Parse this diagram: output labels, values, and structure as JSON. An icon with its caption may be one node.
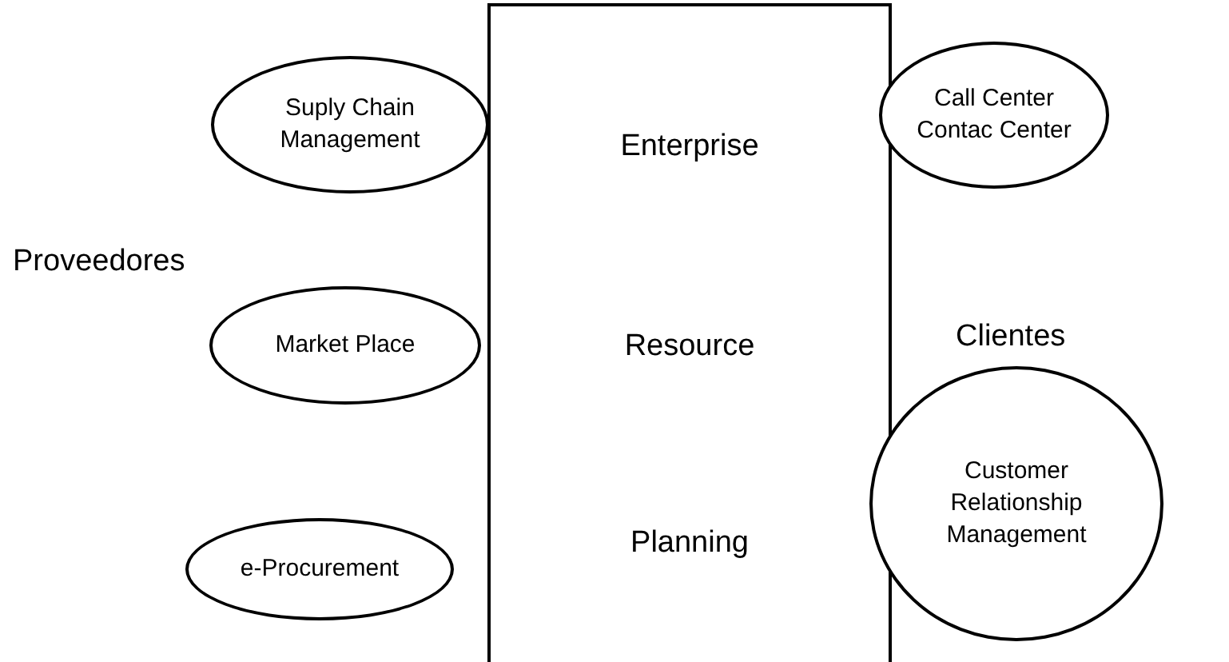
{
  "diagram": {
    "nodes": [
      {
        "text": [
          "Enterprise",
          "Resource",
          "Planning"
        ]
      },
      {
        "text": [
          "Suply Chain Management"
        ]
      },
      {
        "text": [
          "Call Center Contac Center"
        ]
      },
      {
        "text": [
          "Market Place"
        ]
      },
      {
        "text": [
          "Customer Relationship Management"
        ]
      },
      {
        "text": [
          "e-Procurement"
        ]
      }
    ],
    "labels": [
      "Proveedores",
      "Clientes"
    ]
  }
}
